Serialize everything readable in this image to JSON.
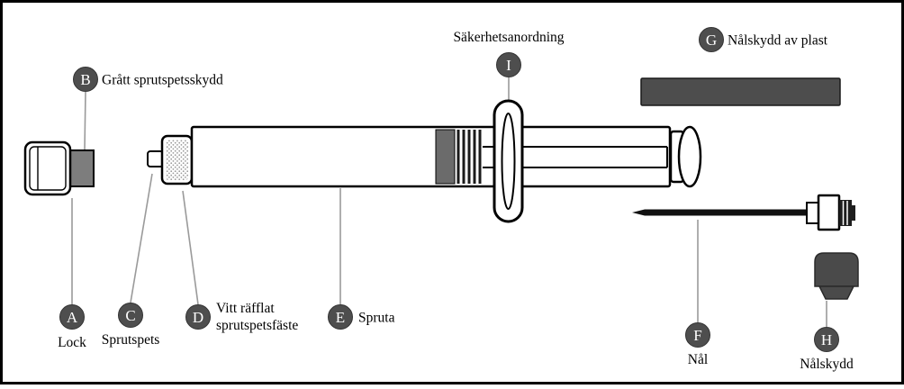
{
  "figure": {
    "parts": {
      "a": {
        "letter": "A",
        "label": "Lock"
      },
      "b": {
        "letter": "B",
        "label": "Grått sprutspetsskydd"
      },
      "c": {
        "letter": "C",
        "label": "Sprutspets"
      },
      "d": {
        "letter": "D",
        "label_line1": "Vitt räfflat",
        "label_line2": "sprutspetsfäste"
      },
      "e": {
        "letter": "E",
        "label": "Spruta"
      },
      "f": {
        "letter": "F",
        "label": "Nål"
      },
      "g": {
        "letter": "G",
        "label": "Nålskydd av plast"
      },
      "h": {
        "letter": "H",
        "label": "Nålskydd"
      },
      "i": {
        "letter": "I",
        "label": "Säkerhetsanordning"
      }
    },
    "colors": {
      "badge": "#4e4e4e",
      "gray_tip_shield": "#7d7d7d",
      "plunger_stopper": "#6b6b6b",
      "plastic_shield_bar": "#4d4d4d",
      "needle_cap": "#4a4a4a",
      "needle_hub_ribbed": "#1e1e1e",
      "needle": "#111111"
    }
  }
}
